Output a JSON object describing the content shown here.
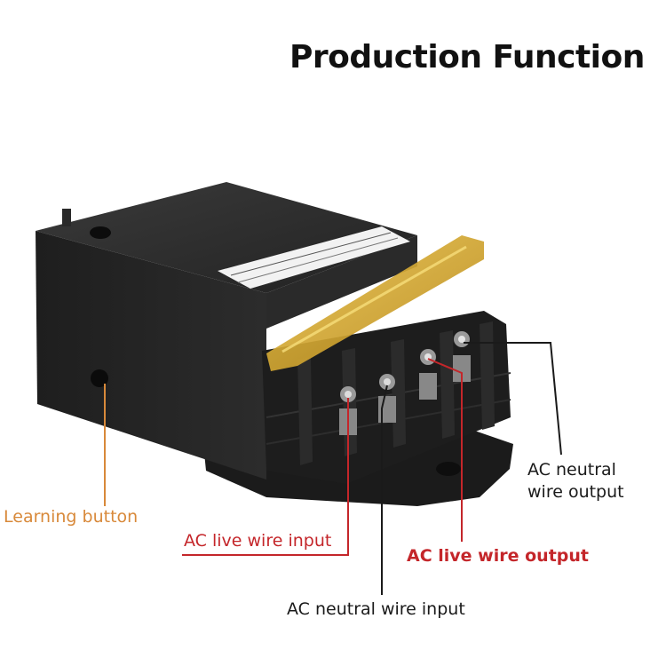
{
  "title": "Production Function",
  "labels": {
    "learning_button": "Learning button",
    "live_input": "AC live wire input",
    "live_output": "AC live wire output",
    "neutral_output_line1": "AC neutral",
    "neutral_output_line2": "wire output",
    "neutral_input": "AC neutral wire input"
  },
  "colors": {
    "learning": "#d8893a",
    "live": "#c4262a",
    "neutral": "#1a1a1a",
    "body": "#262626",
    "cover": "#d9a820"
  }
}
